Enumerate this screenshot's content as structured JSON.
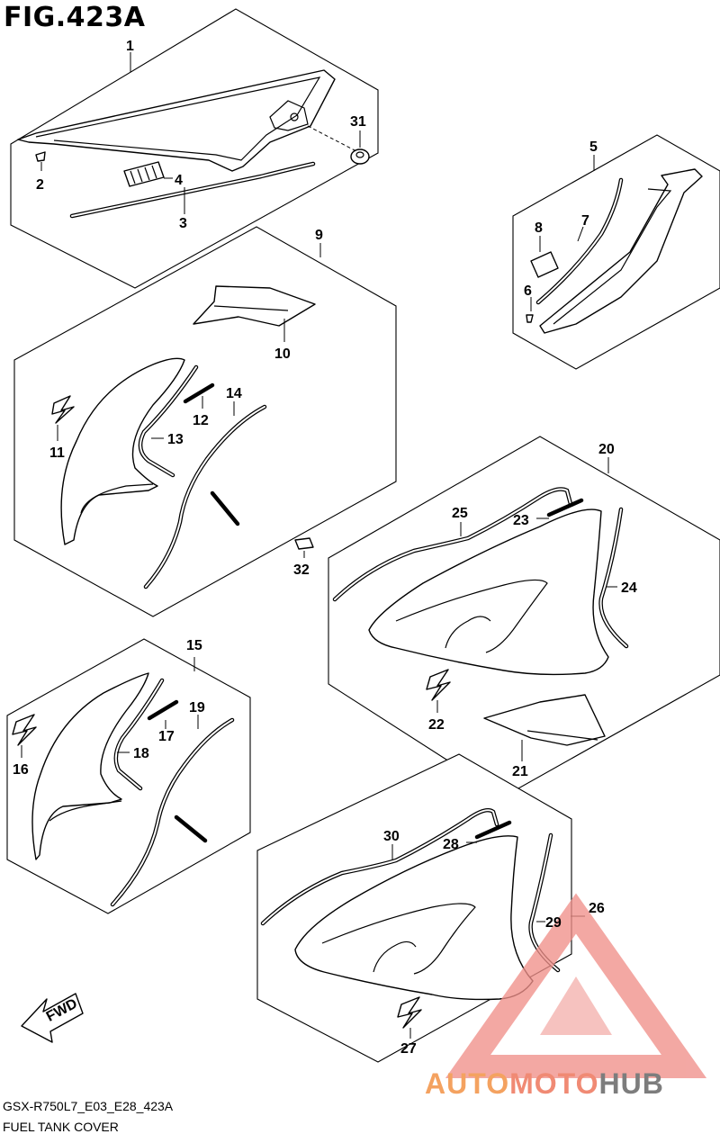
{
  "figure": {
    "title": "FIG.423A",
    "model_code": "GSX-R750L7_E03_E28_423A",
    "name": "FUEL TANK COVER"
  },
  "callouts": {
    "c1": "1",
    "c2": "2",
    "c3": "3",
    "c4": "4",
    "c5": "5",
    "c6": "6",
    "c7": "7",
    "c8": "8",
    "c9": "9",
    "c10": "10",
    "c11": "11",
    "c12": "12",
    "c13": "13",
    "c14": "14",
    "c15": "15",
    "c16": "16",
    "c17": "17",
    "c18": "18",
    "c19": "19",
    "c20": "20",
    "c21": "21",
    "c22": "22",
    "c23": "23",
    "c24": "24",
    "c25": "25",
    "c26": "26",
    "c27": "27",
    "c28": "28",
    "c29": "29",
    "c30": "30",
    "c31": "31",
    "c32": "32"
  },
  "direction_arrow": {
    "label": "FWD",
    "icon": "fwd-arrow-icon"
  },
  "watermark": {
    "part1": "AUTO",
    "part2": "MOTO",
    "part3": "HUB",
    "colors": {
      "part1": "#f4a260",
      "part2": "#f08a74",
      "part3": "#7d7d7d",
      "triangle": "#f0908a"
    }
  }
}
